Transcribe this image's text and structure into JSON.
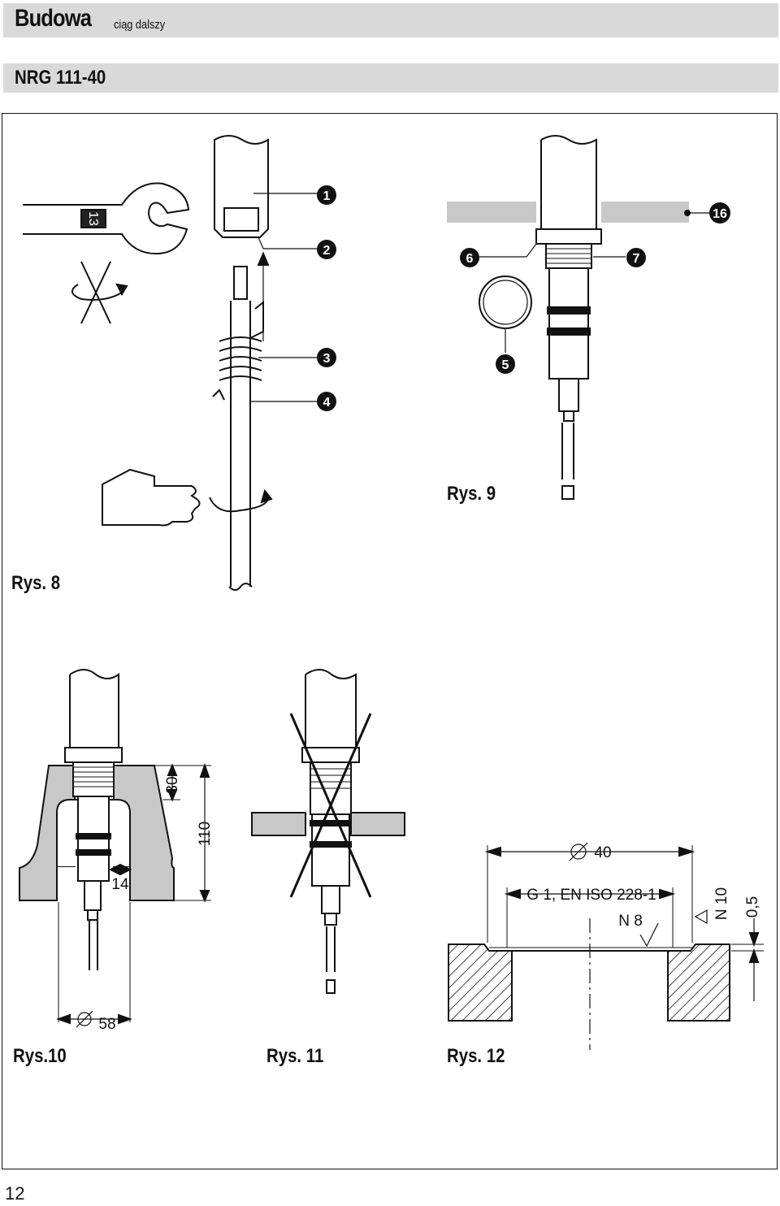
{
  "header": {
    "title": "Budowa",
    "subtitle": "ciąg dalszy",
    "model": "NRG 111-40"
  },
  "figures": {
    "fig8": {
      "caption": "Rys. 8"
    },
    "fig9": {
      "caption": "Rys. 9"
    },
    "fig10": {
      "caption": "Rys.10"
    },
    "fig11": {
      "caption": "Rys. 11"
    },
    "fig12": {
      "caption": "Rys. 12"
    }
  },
  "callouts": {
    "c1": "1",
    "c2": "2",
    "c3": "3",
    "c4": "4",
    "c5": "5",
    "c6": "6",
    "c7": "7",
    "c16": "16"
  },
  "wrench_size": "13",
  "dimensions": {
    "d30": "30",
    "d110": "110",
    "d14": "14",
    "d58": "58",
    "d40": "40",
    "thread": "G 1, EN ISO 228-1",
    "n8": "N 8",
    "n10": "N 10",
    "d05": "0,5"
  },
  "page_number": "12"
}
